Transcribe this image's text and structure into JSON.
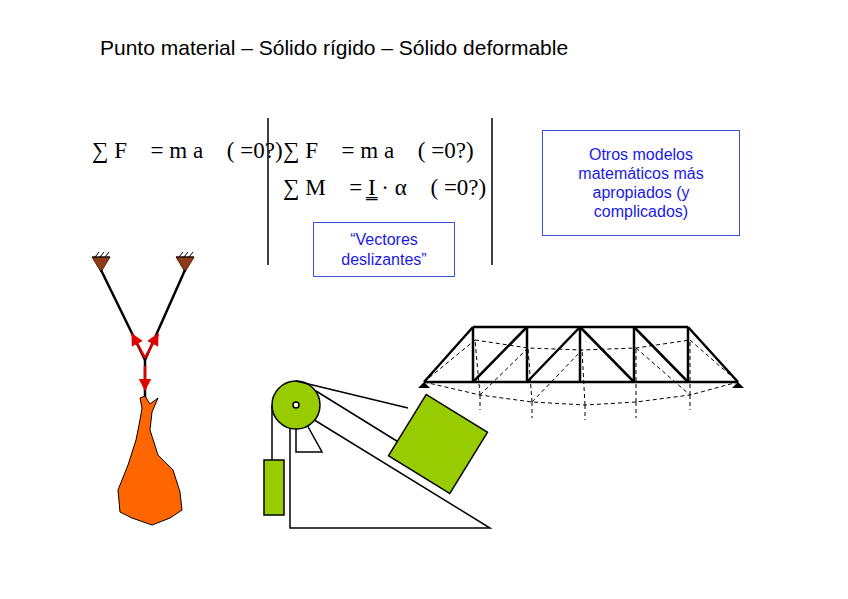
{
  "diagram": {
    "title": "Punto material – Sólido rígido – Sólido deformable",
    "nodes": [
      {
        "text": [
          "“Vectores deslizantes”"
        ]
      },
      {
        "text": [
          "Otros modelos matemáticos más apropiados (y complicados)"
        ]
      }
    ],
    "labels": [
      "∑ F⃗ = m a⃗ ( =0?)",
      "∑ F⃗ = m a⃗ ( =0?)",
      "∑ M⃗ = I̳ · α⃗ ( =0?)"
    ]
  }
}
